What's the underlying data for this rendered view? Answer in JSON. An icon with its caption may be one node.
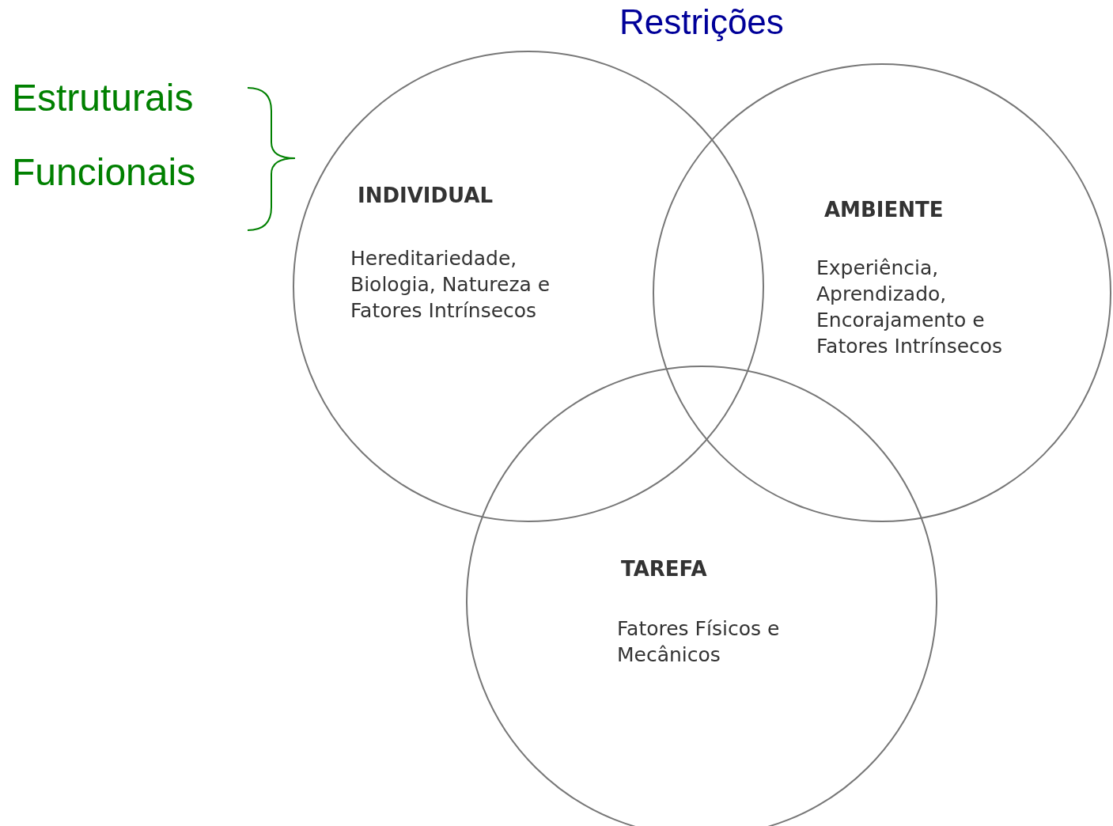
{
  "diagram": {
    "title": "Restrições",
    "nodes": [
      {
        "text": [
          "INDIVIDUAL",
          "Hereditariedade, Biologia, Natureza e Fatores Intrínsecos"
        ]
      },
      {
        "text": [
          "AMBIENTE",
          "Experiência, Aprendizado, Encorajamento e Fatores Intrínsecos"
        ]
      },
      {
        "text": [
          "TAREFA",
          "Fatores Físicos e Mecânicos"
        ]
      }
    ],
    "edges": [],
    "labels": [
      "Estruturais",
      "Funcionais"
    ]
  }
}
